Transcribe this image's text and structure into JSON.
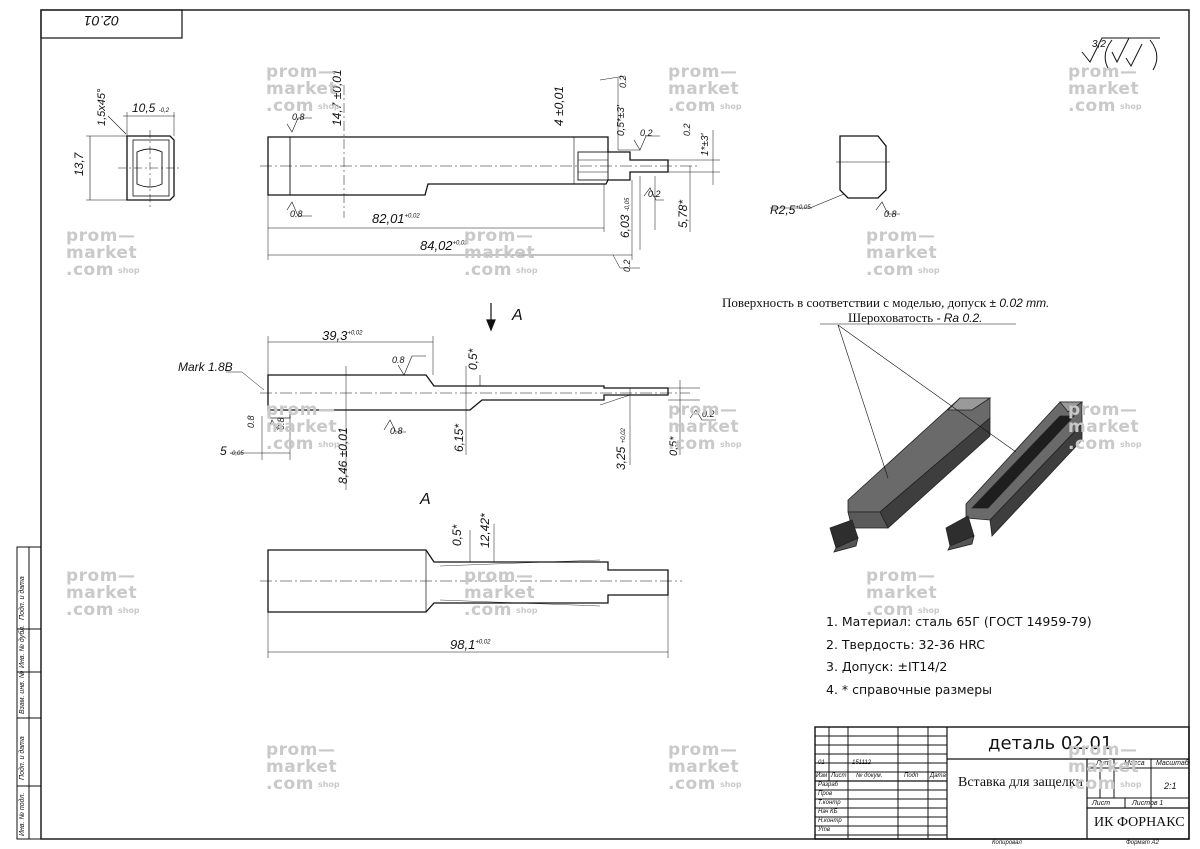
{
  "stamp_top": "02.01",
  "roughness_symbol": "3,2",
  "watermark": {
    "line1": "prom—",
    "line2": "market",
    "line3": ".com",
    "shop": "shop"
  },
  "dims": {
    "chamfer": "1,5x45°",
    "w105": "10,5",
    "w105_tol": "-0,2",
    "h137": "13,7",
    "h147": "14,7 ±0,01",
    "d4": "4 ±0,01",
    "d05_3": "0,5*±3'",
    "d1_3": "1*±3'",
    "l8201": "82,01",
    "l8201_tol": "+0,02",
    "l8402": "84,02",
    "l8402_tol": "+0,02",
    "d603": "6,03",
    "d603_tol": "-0,05",
    "d578": "5,78*",
    "r25": "R2,5",
    "r25_tol": "+0,05",
    "l393": "39,3",
    "l393_tol": "+0,02",
    "d05a": "0,5*",
    "d05b": "0,5*",
    "d05c": "0,5*",
    "mark": "Mark 1.8B",
    "d5": "5",
    "d5_tol": "-0,05",
    "d846": "8,46 ±0,01",
    "d615": "6,15*",
    "d325": "3,25",
    "d325_tol": "+0,02",
    "d1242": "12,42*",
    "l981": "98,1",
    "l981_tol": "+0,02",
    "view_a": "A",
    "ra08": "0.8",
    "ra02": "0.2"
  },
  "surface_note": {
    "line1": "Поверхность в соответствии с моделью, допуск",
    "tol": "± 0.02 mm.",
    "line2": "Шероховатость",
    "ra": "- Ra 0.2."
  },
  "notes": [
    "1.  Материал: сталь 65Г (ГОСТ 14959-79)",
    "2.  Твердость: 32-36 HRC",
    "3.  Допуск: ±IT14/2",
    "4.  * справочные размеры"
  ],
  "title_block": {
    "doc_number": "деталь 02.01",
    "part_name": "Вставка для защелки",
    "company": "ИК ФОРНАКС",
    "scale": "2:1",
    "sheet": "Лист",
    "sheets": "Листов 1",
    "lit": "Лит",
    "mass": "Масса",
    "scale_label": "Масштаб",
    "rev_row": [
      "01",
      "151112"
    ],
    "rev_header": [
      "Изм",
      "Лист",
      "№ докум.",
      "Подп",
      "Дата"
    ],
    "roles": [
      "Разраб",
      "Пров",
      "Т.контр",
      "Нач КБ",
      "Н.контр",
      "Утв"
    ],
    "copied": "Копировал",
    "format": "Формат А2"
  },
  "side_stamps": [
    "Подп. и дата",
    "Инв. № дубл.",
    "Взам. инв. №",
    "Подп. и дата",
    "Инв. № подл."
  ]
}
